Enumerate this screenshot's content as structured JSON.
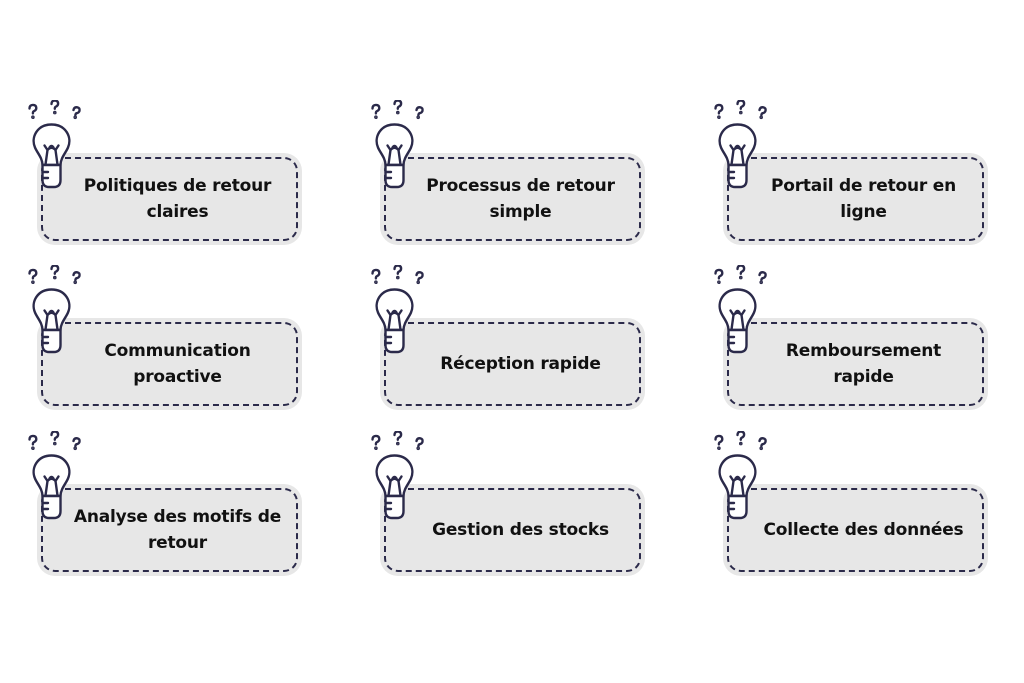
{
  "ideas": [
    {
      "label": "Politiques de retour claires",
      "icon": "lightbulb-question-icon"
    },
    {
      "label": "Processus de retour simple",
      "icon": "lightbulb-question-icon"
    },
    {
      "label": "Portail de retour en ligne",
      "icon": "lightbulb-question-icon"
    },
    {
      "label": "Communication proactive",
      "icon": "lightbulb-question-icon"
    },
    {
      "label": "Réception rapide",
      "icon": "lightbulb-question-icon"
    },
    {
      "label": "Remboursement rapide",
      "icon": "lightbulb-question-icon"
    },
    {
      "label": "Analyse des motifs de retour",
      "icon": "lightbulb-question-icon"
    },
    {
      "label": "Gestion des stocks",
      "icon": "lightbulb-question-icon"
    },
    {
      "label": "Collecte des données",
      "icon": "lightbulb-question-icon"
    }
  ],
  "colors": {
    "card_fill": "#e7e7e7",
    "outline": "#2b2a4a",
    "text": "#111111",
    "background": "#ffffff"
  }
}
